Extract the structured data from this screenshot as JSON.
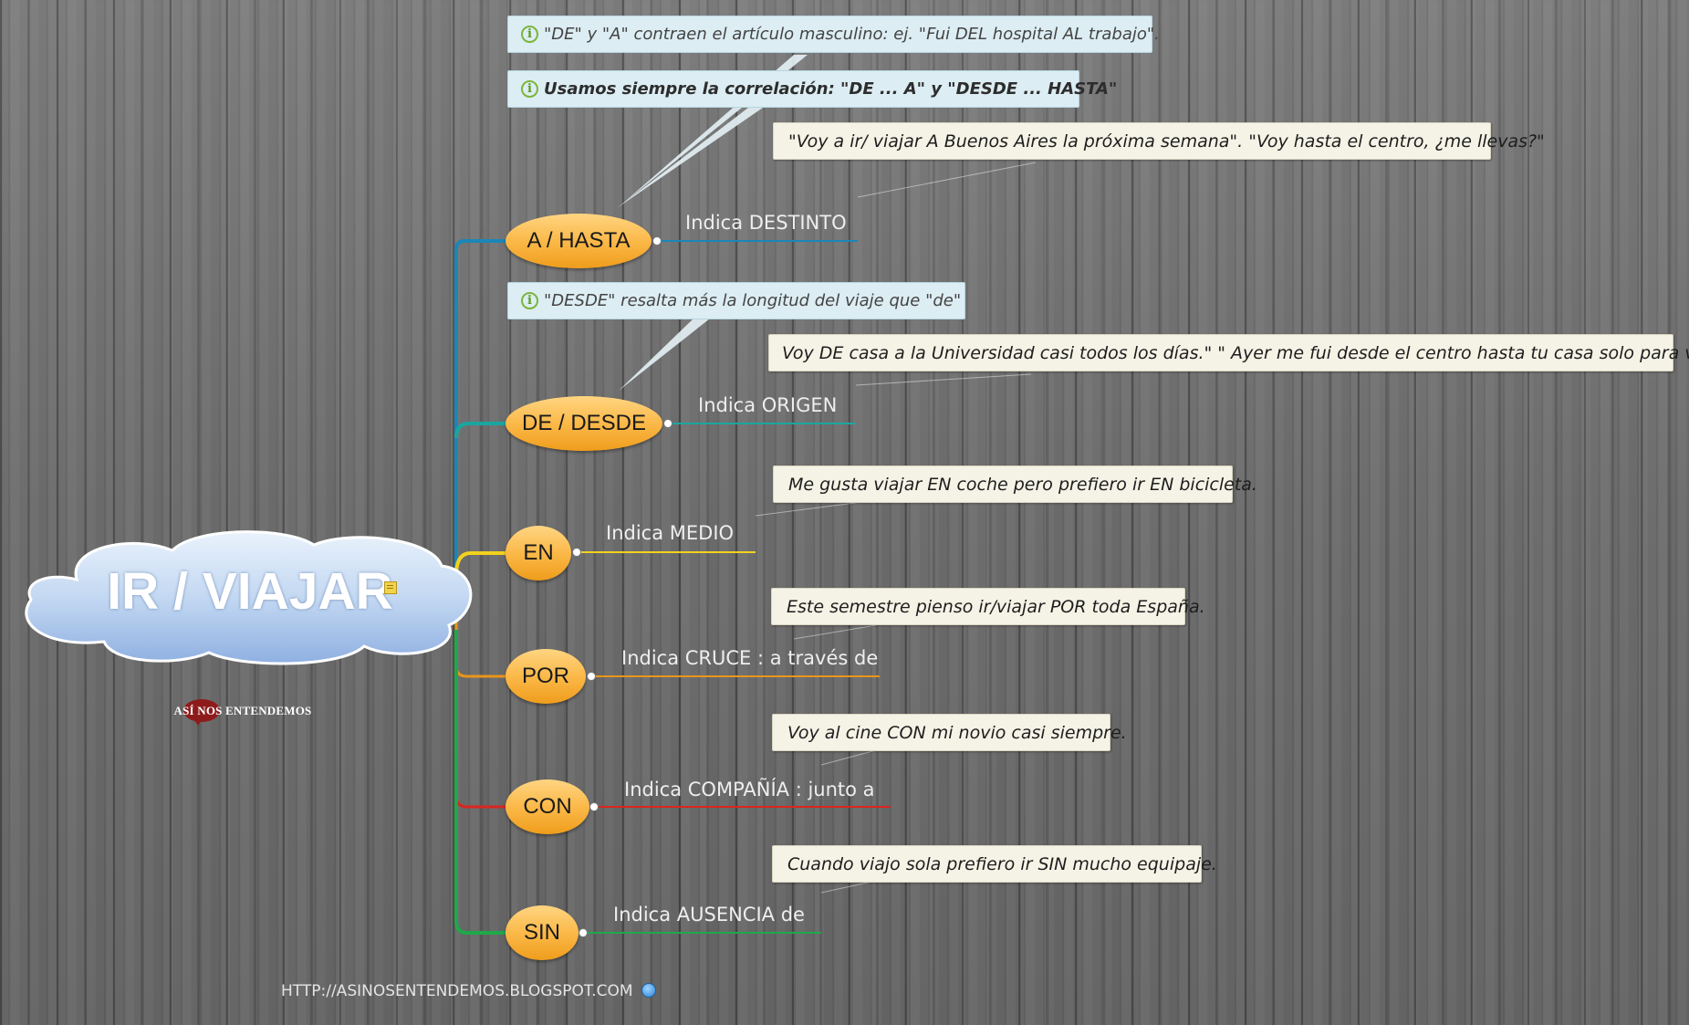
{
  "central": {
    "title": "IR / VIAJAR"
  },
  "logo": {
    "text": "ASÍ NOS ENTENDEMOS"
  },
  "footer": {
    "url": "HTTP://ASINOSENTENDEMOS.BLOGSPOT.COM"
  },
  "info_notes": [
    "\"DE\" y \"A\" contraen el artículo masculino: ej. \"Fui DEL hospital AL trabajo\".",
    "Usamos siempre la correlación: \"DE ... A\" y \"DESDE ... HASTA\"",
    "\"DESDE\" resalta más la longitud del viaje que \"de\""
  ],
  "branches": [
    {
      "label": "A / HASTA",
      "description": "Indica DESTINTO",
      "color": "#1b86b8",
      "example": "\"Voy a ir/ viajar A Buenos Aires la próxima semana\". \"Voy hasta el centro, ¿me llevas?\""
    },
    {
      "label": "DE / DESDE",
      "description": "Indica ORIGEN",
      "color": "#1aa6a0",
      "example": "Voy DE casa a la Universidad casi todos los días.\" \" Ayer me fui desde el centro hasta tu casa solo para verte.\""
    },
    {
      "label": "EN",
      "description": "Indica MEDIO",
      "color": "#f2d21e",
      "example": "Me gusta viajar EN coche pero prefiero ir EN bicicleta."
    },
    {
      "label": "POR",
      "description": "Indica CRUCE : a través de",
      "color": "#e9951c",
      "example": "Este semestre pienso ir/viajar POR toda España."
    },
    {
      "label": "CON",
      "description": "Indica COMPAÑÍA : junto a",
      "color": "#d9261f",
      "example": "Voy al cine CON mi novio casi siempre."
    },
    {
      "label": "SIN",
      "description": "Indica AUSENCIA de",
      "color": "#1fa84a",
      "example": "Cuando viajo sola prefiero ir SIN mucho equipaje."
    }
  ]
}
